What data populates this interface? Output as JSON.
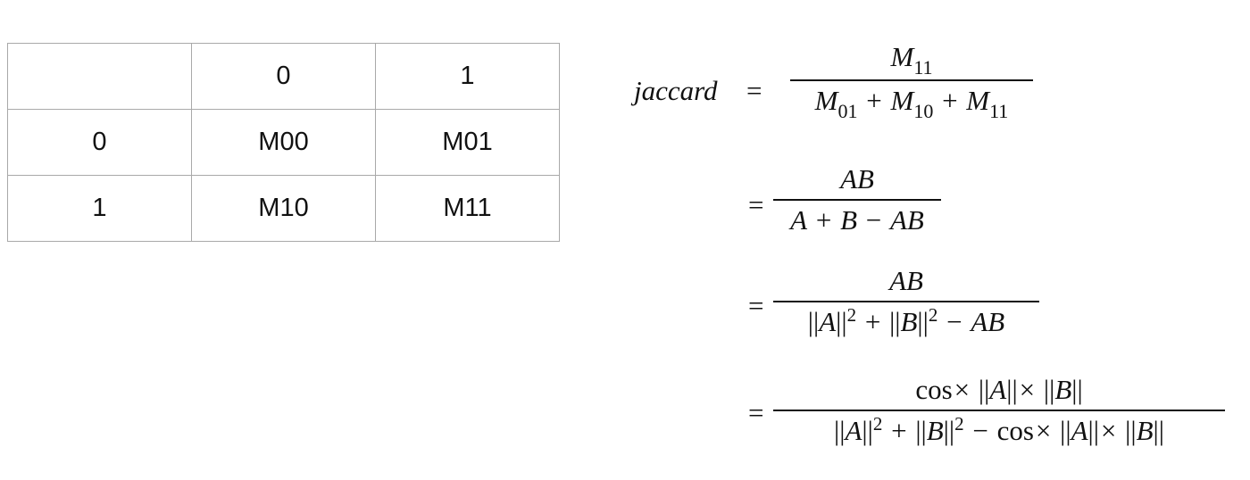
{
  "table": {
    "header": [
      "",
      "0",
      "1"
    ],
    "rows": [
      [
        "0",
        "M00",
        "M01"
      ],
      [
        "1",
        "M10",
        "M11"
      ]
    ]
  },
  "equation": {
    "lhs": "jaccard",
    "equals": "=",
    "plus": "+",
    "minus": "−",
    "times": "×",
    "norm_bars": "||",
    "step1": {
      "num": {
        "var": "M",
        "sub": "11"
      },
      "den": [
        {
          "var": "M",
          "sub": "01"
        },
        {
          "var": "M",
          "sub": "10"
        },
        {
          "var": "M",
          "sub": "11"
        }
      ]
    },
    "step2": {
      "num": "AB",
      "den": [
        "A",
        "B",
        "AB"
      ]
    },
    "step3": {
      "num": "AB",
      "den": {
        "a": "A",
        "b": "B",
        "power": "2",
        "last": "AB"
      }
    },
    "step4": {
      "cos": "cos",
      "a": "A",
      "b": "B",
      "power": "2"
    }
  }
}
